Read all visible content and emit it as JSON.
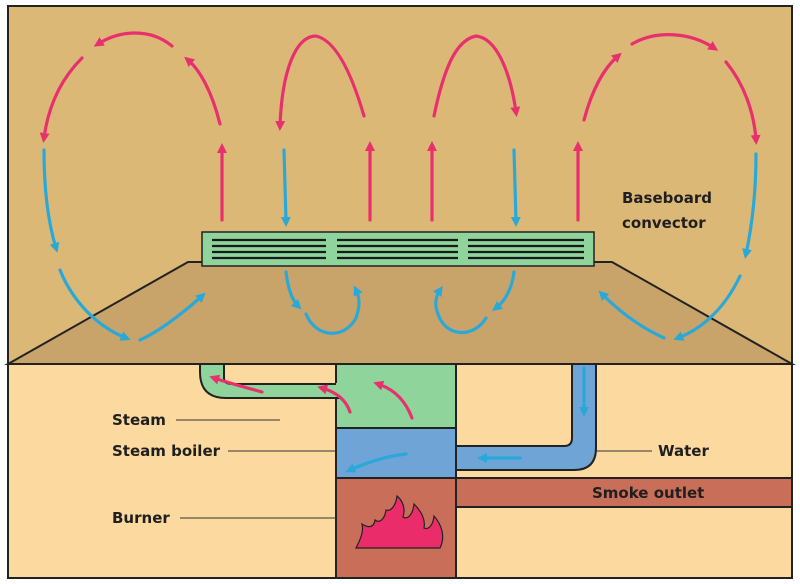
{
  "labels": {
    "convector_line1": "Baseboard",
    "convector_line2": "convector",
    "steam": "Steam",
    "steam_boiler": "Steam boiler",
    "burner": "Burner",
    "water": "Water",
    "smoke_outlet": "Smoke outlet"
  },
  "colors": {
    "room_wall": "#dcb877",
    "floor": "#c9a46a",
    "basement": "#fcd99e",
    "convector": "#8fd49a",
    "steam": "#8fd49a",
    "water": "#6fa4d6",
    "flue": "#c96e59",
    "hot_air": "#e8306e",
    "cool_air": "#2aa9d8",
    "flame": "#ea2d6a"
  }
}
